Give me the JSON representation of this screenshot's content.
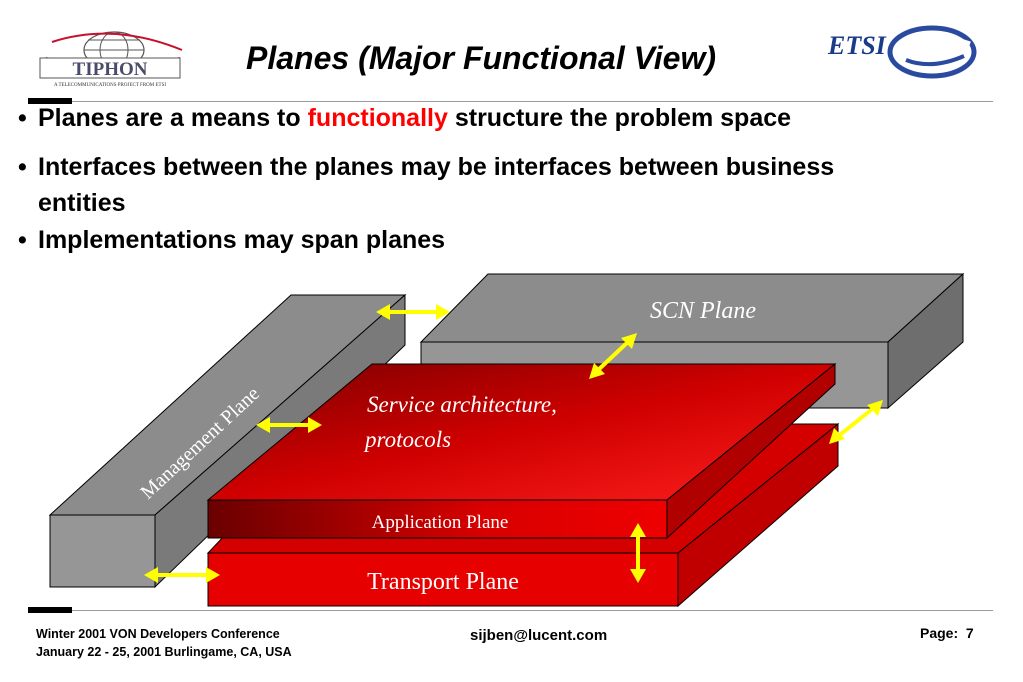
{
  "slide": {
    "title": "Planes (Major Functional View)",
    "bullets": {
      "b1_before": "Planes are a means to ",
      "b1_highlight": "functionally",
      "b1_after": " structure the problem space",
      "b2_line1": "Interfaces between the planes may be interfaces between business",
      "b2_line2": "entities",
      "b3": "Implementations may span planes"
    },
    "bullet_glyph": "•",
    "highlight_color": "#ff0000"
  },
  "logos": {
    "tiphon_text": "TIPHON",
    "tiphon_tagline": "A TELECOMMUNICATIONS PROJECT FROM ETSI",
    "etsi_text": "ETSI"
  },
  "diagram": {
    "scn_plane": "SCN Plane",
    "management_plane": "Management Plane",
    "service_text_line1": "Service architecture,",
    "service_text_line2": "protocols",
    "application_plane": "Application Plane",
    "transport_plane": "Transport Plane",
    "colors": {
      "gray_face": "#969696",
      "gray_top": "#8c8c8c",
      "red": "#e00000",
      "dark_red": "#7a0000",
      "arrow": "#ffff00"
    }
  },
  "footer": {
    "left_line1": "Winter 2001 VON Developers Conference",
    "left_line2": "January 22 - 25, 2001  Burlingame, CA, USA",
    "center": "sijben@lucent.com",
    "page_label": "Page:",
    "page_number": "7"
  }
}
